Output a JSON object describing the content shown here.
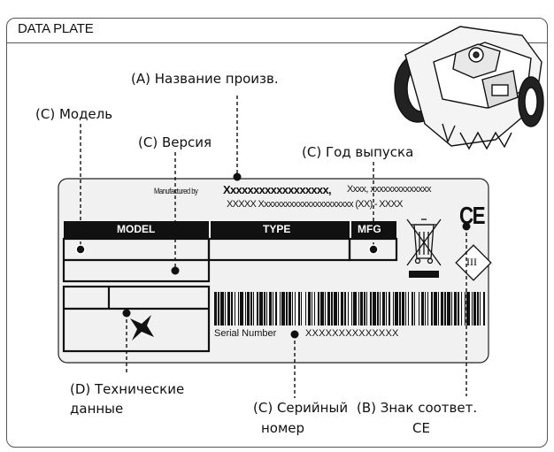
{
  "header": {
    "title": "DATA PLATE"
  },
  "callouts": {
    "a_manufacturer": "(A) Название произв.",
    "c_model": "(C) Модель",
    "c_version": "(C) Версия",
    "c_year": "(C) Год выпуска",
    "d_technical_line1": "(D) Технические",
    "d_technical_line2": "данные",
    "c_serial_line1": "(C) Серийный",
    "c_serial_line2": "номер",
    "b_mark_line1": "(B) Знак соответ.",
    "b_mark_line2": "CE"
  },
  "plate": {
    "manufactured_by_label": "Manufactured by",
    "manufacturer_name": "Xxxxxxxxxxxxxxxxxx,",
    "manufacturer_address1": "Xxxx, xxxxxxxxxxxxxx",
    "manufacturer_address2": "XXXXX Xxxxxxxxxxxxxxxxxxxxxx (XX) - XXXX",
    "model_header": "MODEL",
    "type_header": "TYPE",
    "mfg_header": "MFG",
    "serial_label": "Serial Number",
    "serial_value": "XXXXXXXXXXXXXX",
    "ce_mark": "CE",
    "class_mark": "III"
  },
  "colors": {
    "plate_fill": "#f1f1f1",
    "header_fill": "#111111",
    "frame": "#555555"
  }
}
